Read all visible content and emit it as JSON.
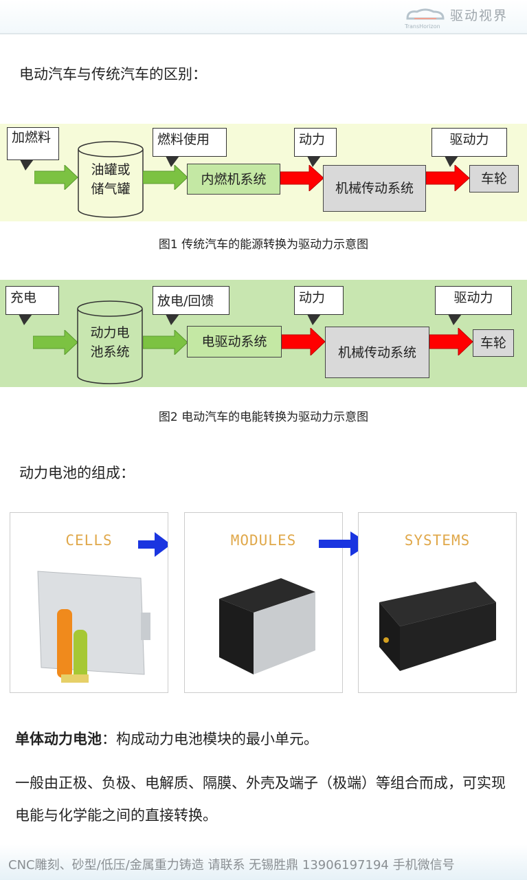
{
  "header": {
    "logo_cn": "驱动视界",
    "logo_en": "TransHorizon"
  },
  "heading1": "电动汽车与传统汽车的区别：",
  "diagram1": {
    "callouts": [
      "加燃料",
      "燃料使用",
      "动力",
      "驱动力"
    ],
    "tank": "油罐或储气罐",
    "engine": "内燃机系统",
    "transmission": "机械传动系统",
    "wheel": "车轮",
    "caption": "图1 传统汽车的能源转换为驱动力示意图"
  },
  "diagram2": {
    "callouts": [
      "充电",
      "放电/回馈",
      "动力",
      "驱动力"
    ],
    "battery": "动力电池系统",
    "motor": "电驱动系统",
    "transmission": "机械传动系统",
    "wheel": "车轮",
    "caption": "图2 电动汽车的电能转换为驱动力示意图"
  },
  "heading2": "动力电池的组成：",
  "panels": [
    "CELLS",
    "MODULES",
    "SYSTEMS"
  ],
  "para1": {
    "bold": "单体动力电池",
    "rest": "：构成动力电池模块的最小单元。"
  },
  "para2": "一般由正极、负极、电解质、隔膜、外壳及端子（极端）等组合而成，可实现电能与化学能之间的直接转换。",
  "footer": "CNC雕刻、砂型/低压/金属重力铸造 请联系 无锡胜鼎 13906197194 手机微信号",
  "colors": {
    "green_box": "#c4e8a4",
    "gray_box": "#d9d9d9",
    "red_arrow": "#ff0000",
    "green_arrow": "#7cc242",
    "label": "#e0a84a",
    "blue_arrow": "#1a35e0"
  }
}
